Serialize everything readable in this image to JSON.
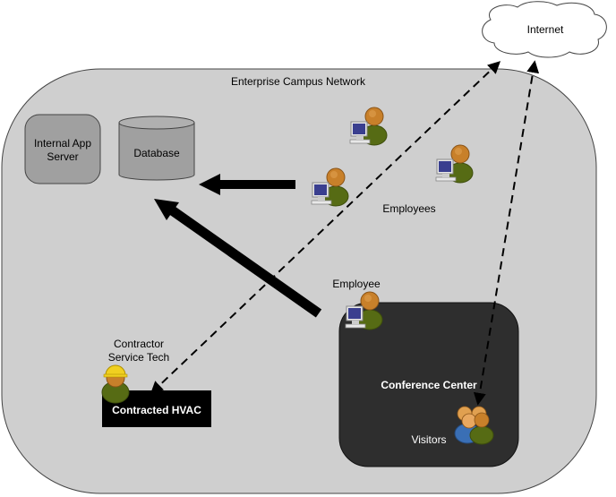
{
  "diagram": {
    "internet": {
      "label": "Internet"
    },
    "campus": {
      "label": "Enterprise Campus Network"
    },
    "app_server": {
      "label_line1": "Internal App",
      "label_line2": "Server"
    },
    "database": {
      "label": "Database"
    },
    "employees": {
      "label": "Employees",
      "count": 3
    },
    "employee": {
      "label": "Employee"
    },
    "contractor": {
      "label_line1": "Contractor",
      "label_line2": "Service Tech"
    },
    "hvac": {
      "label": "Contracted HVAC"
    },
    "conference_center": {
      "label": "Conference Center"
    },
    "visitors": {
      "label": "Visitors"
    },
    "colors": {
      "campus_fill": "#cfcfcf",
      "server_fill": "#a0a0a0",
      "conference_fill": "#2e2e2e",
      "hvac_fill": "#000000",
      "person_body": "#566b14",
      "person_head": "#c8802a",
      "visitor_blue": "#3a6fb5",
      "hardhat": "#f0d020",
      "monitor": "#3a3f8f"
    },
    "connections": [
      {
        "from": "employees",
        "to": "database",
        "style": "solid-thick"
      },
      {
        "from": "employee",
        "to": "database",
        "style": "solid-thick"
      },
      {
        "from": "contracted-hvac",
        "to": "internet",
        "style": "dashed-bidirectional"
      },
      {
        "from": "visitors",
        "to": "internet",
        "style": "dashed-bidirectional"
      }
    ]
  }
}
